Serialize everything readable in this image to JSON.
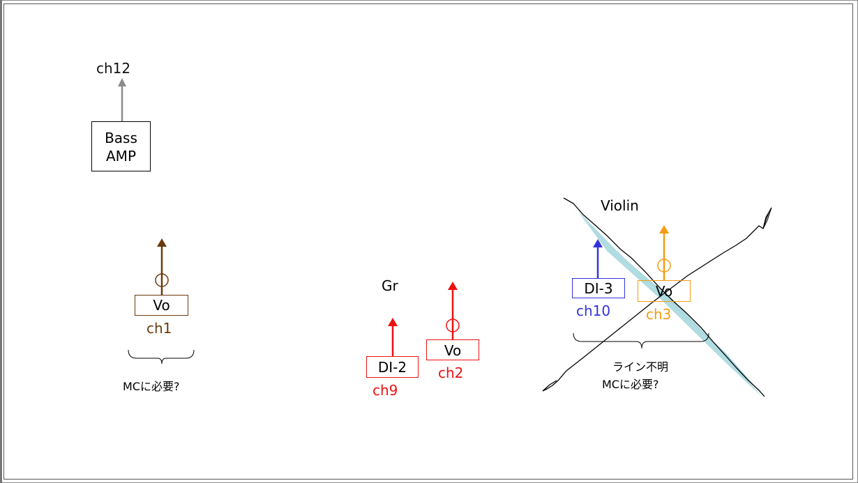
{
  "colors": {
    "gray": "#8c8c8c",
    "brown": "#6b3a0c",
    "red": "#ee1111",
    "blue": "#3333dd",
    "orange": "#f39c12",
    "cyan_shade": "#a8d8de",
    "black": "#000000"
  },
  "bass": {
    "line1": "Bass",
    "line2": "AMP",
    "channel": "ch12"
  },
  "vo_left": {
    "box": "Vo",
    "channel": "ch1",
    "note": "MCに必要?"
  },
  "guitar": {
    "label": "Gr",
    "di": {
      "box": "DI-2",
      "channel": "ch9"
    },
    "vo": {
      "box": "Vo",
      "channel": "ch2"
    }
  },
  "violin": {
    "label": "Violin",
    "di": {
      "box": "DI-3",
      "channel": "ch10"
    },
    "vo": {
      "box": "Vo",
      "channel": "ch3"
    },
    "note_line1": "ライン不明",
    "note_line2": "MCに必要?"
  }
}
